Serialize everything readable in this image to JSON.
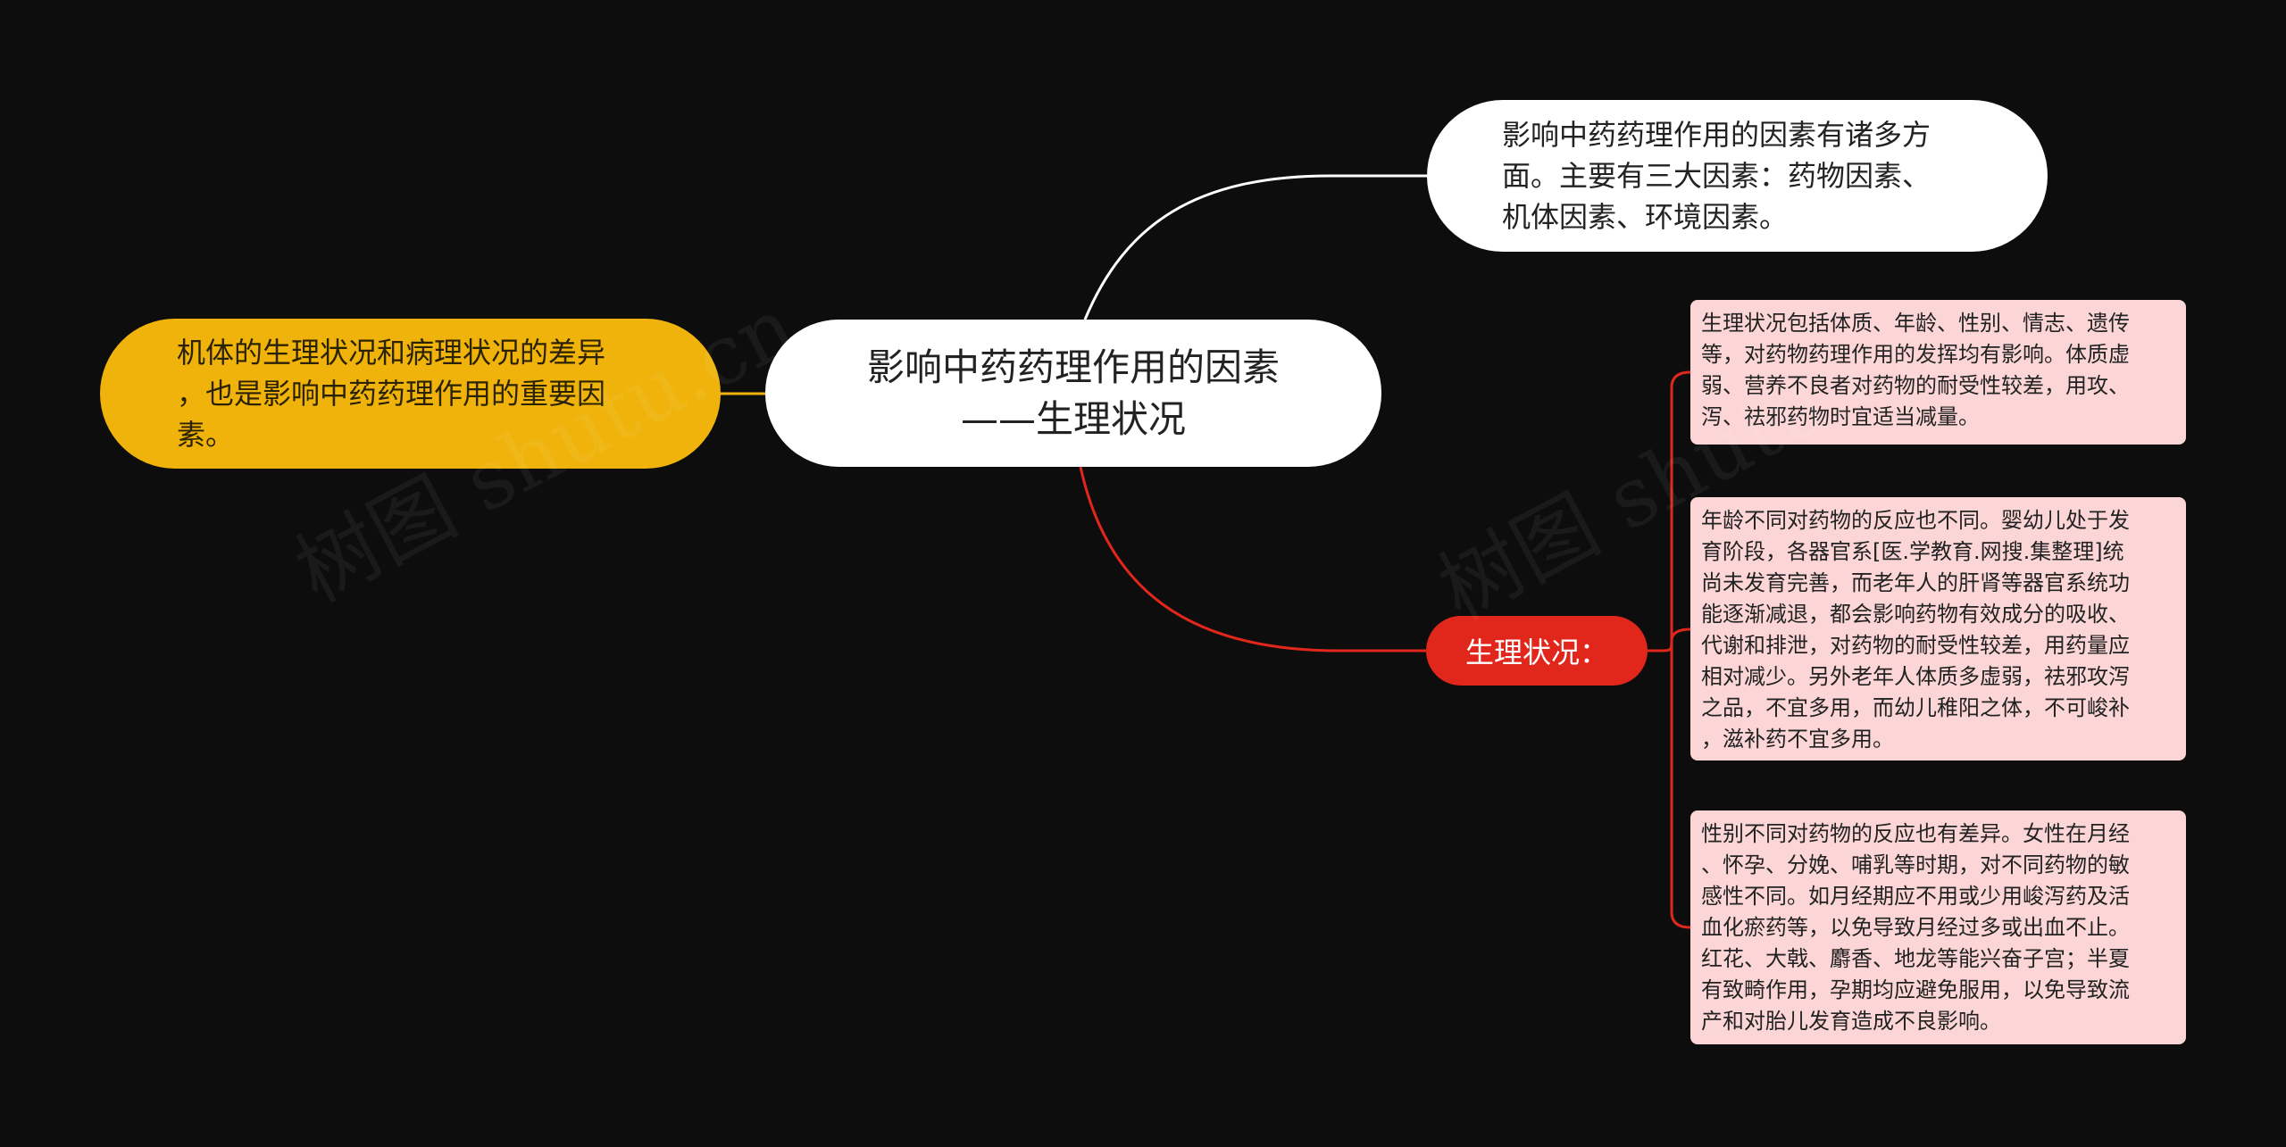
{
  "colors": {
    "background": "#0d0d0d",
    "root_fill": "#ffffff",
    "summary_fill": "#ffffff",
    "left_fill": "#f0b30b",
    "branch_fill": "#e1271b",
    "detail_fill": "#fcd6d6",
    "summary_link": "#ffffff",
    "left_link": "#f0b30b",
    "branch_link": "#e1271b"
  },
  "root": {
    "title": "影响中药药理作用的因素\n——生理状况"
  },
  "summary": {
    "text": "影响中药药理作用的因素有诸多方\n面。主要有三大因素：药物因素、\n机体因素、环境因素。"
  },
  "left_note": {
    "text": "机体的生理状况和病理状况的差异\n，也是影响中药药理作用的重要因\n素。"
  },
  "branch": {
    "label": "生理状况："
  },
  "details": [
    {
      "text": "生理状况包括体质、年龄、性别、情志、遗传\n等，对药物药理作用的发挥均有影响。体质虚\n弱、营养不良者对药物的耐受性较差，用攻、\n泻、祛邪药物时宜适当减量。"
    },
    {
      "text": "年龄不同对药物的反应也不同。婴幼儿处于发\n育阶段，各器官系[医.学教育.网搜.集整理]统\n尚未发育完善，而老年人的肝肾等器官系统功\n能逐渐减退，都会影响药物有效成分的吸收、\n代谢和排泄，对药物的耐受性较差，用药量应\n相对减少。另外老年人体质多虚弱，祛邪攻泻\n之品，不宜多用，而幼儿稚阳之体，不可峻补\n，滋补药不宜多用。"
    },
    {
      "text": "性别不同对药物的反应也有差异。女性在月经\n、怀孕、分娩、哺乳等时期，对不同药物的敏\n感性不同。如月经期应不用或少用峻泻药及活\n血化瘀药等，以免导致月经过多或出血不止。\n红花、大戟、麝香、地龙等能兴奋子宫；半夏\n有致畸作用，孕期均应避免服用，以免导致流\n产和对胎儿发育造成不良影响。"
    }
  ],
  "watermarks": [
    "树图 shutu.cn",
    "树图 shutu.cn"
  ]
}
